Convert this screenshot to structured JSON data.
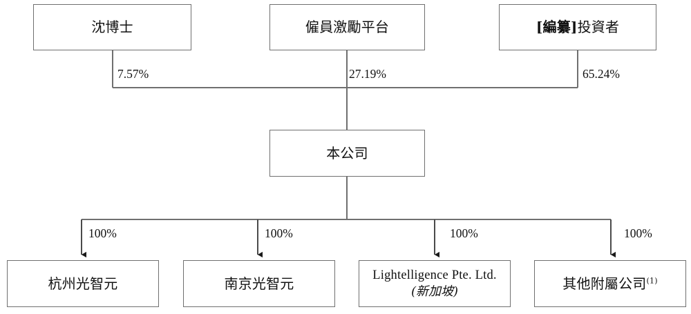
{
  "diagram": {
    "type": "organizational-shareholding-chart",
    "stroke_color": "#6f6f6f",
    "text_color": "#111111",
    "background": "#ffffff",
    "shareholders": [
      {
        "id": "shareholder-0",
        "label": "沈博士",
        "ownership": "7.57%"
      },
      {
        "id": "shareholder-1",
        "label": "僱員激勵平台",
        "ownership": "27.19%"
      },
      {
        "id": "shareholder-2",
        "label_bracket": "[編纂]",
        "label_rest": "投資者",
        "ownership": "65.24%"
      }
    ],
    "company": {
      "id": "company-node",
      "label": "本公司"
    },
    "subsidiaries": [
      {
        "id": "subsidiary-0",
        "label": "杭州光智元",
        "sub": "",
        "note": "",
        "ownership": "100%"
      },
      {
        "id": "subsidiary-1",
        "label": "南京光智元",
        "sub": "",
        "note": "",
        "ownership": "100%"
      },
      {
        "id": "subsidiary-2",
        "label": "Lightelligence Pte. Ltd.",
        "sub": "(新加坡)",
        "note": "",
        "ownership": "100%"
      },
      {
        "id": "subsidiary-3",
        "label": "其他附屬公司",
        "sub": "",
        "note": "(1)",
        "ownership": "100%"
      }
    ]
  }
}
